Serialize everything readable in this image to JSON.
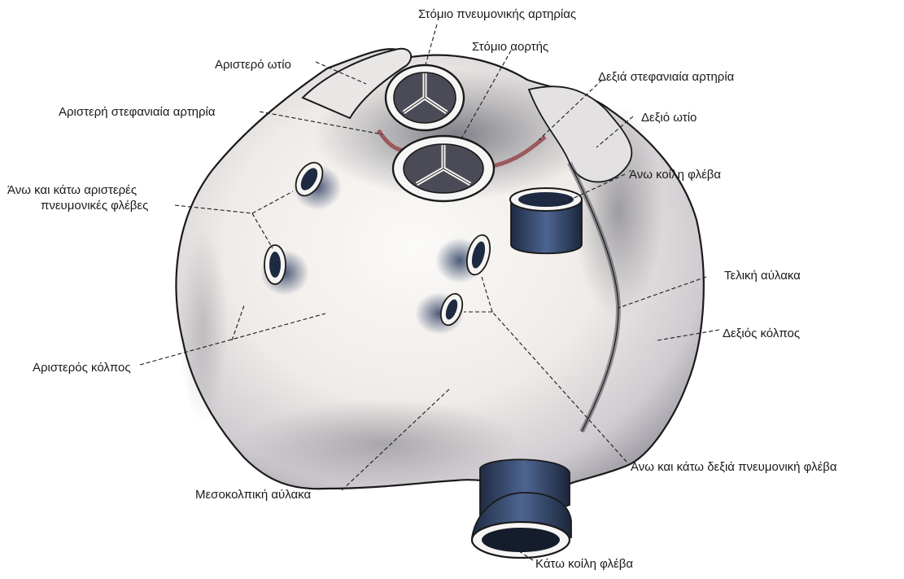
{
  "labels": {
    "pulmonary_ostium": "Στόμιο πνευμονικής αρτηρίας",
    "aortic_ostium": "Στόμιο αορτής",
    "left_auricle": "Αριστερό ωτίο",
    "right_coronary": "Δεξιά στεφανιαία αρτηρία",
    "left_coronary": "Αριστερή στεφανιαία αρτηρία",
    "right_auricle": "Δεξιό ωτίο",
    "left_pulm_veins_line1": "Άνω και κάτω αριστερές",
    "left_pulm_veins_line2": "πνευμονικές φλέβες",
    "svc": "Άνω κοίλη φλέβα",
    "sulcus_terminalis": "Τελική αύλακα",
    "right_atrium": "Δεξιός κόλπος",
    "left_atrium": "Αριστερός κόλπος",
    "right_pulm_veins": "Άνω και κάτω δεξιά πνευμονική φλέβα",
    "interatrial_groove": "Μεσοκολπική αύλακα",
    "ivc": "Κάτω κοίλη φλέβα"
  },
  "colors": {
    "vessel_lumen": "#3a4d6e",
    "coronary": "#9a5a5c",
    "outline": "#1a1a1a",
    "surface": "#f1eeeb"
  }
}
